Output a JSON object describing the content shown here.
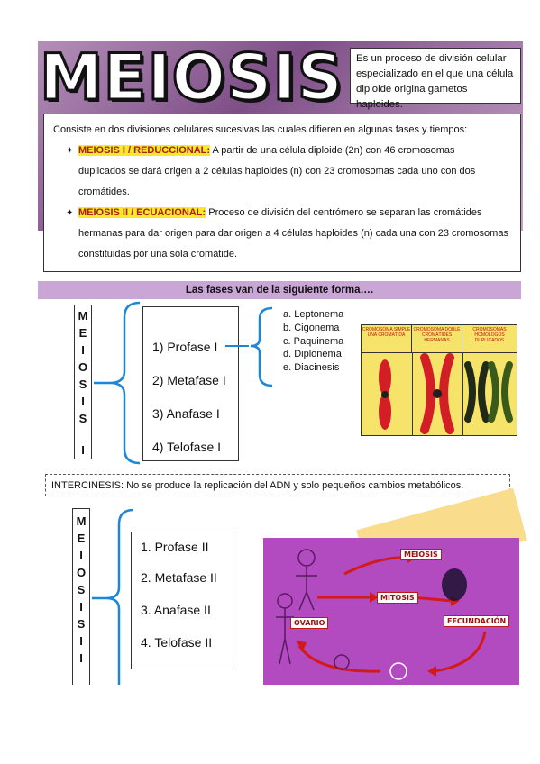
{
  "header": {
    "title": "MEIOSIS",
    "definition_lines": [
      "Es un proceso de división celular",
      "especializado en el que una célula",
      "diploide origina gametos haploides."
    ]
  },
  "intro": {
    "lead": "Consiste en dos divisiones celulares sucesivas las cuales difieren en algunas fases y tiempos:",
    "bullets": [
      {
        "label": "MEIOSIS I / REDUCCIONAL:",
        "lines": [
          "A partir de una célula diploide (2n) con 46 cromosomas",
          "duplicados se dará origen a 2 células haploides (n) con 23 cromosomas cada uno con dos",
          "cromátides."
        ]
      },
      {
        "label": "MEIOSIS II / ECUACIONAL:",
        "lines": [
          "Proceso de división del centrómero se separan las cromátides",
          "hermanas para dar origen para dar origen a 4 células haploides (n) cada una con 23 cromosomas",
          "constituidas por una sola cromátide."
        ]
      }
    ]
  },
  "phases_title": "Las fases van de la siguiente forma….",
  "meiosis1": {
    "letters": [
      "M",
      "E",
      "I",
      "O",
      "S",
      "I",
      "S",
      "",
      "I"
    ],
    "phases": [
      "1) Profase I",
      "2) Metafase I",
      "3) Anafase I",
      "4) Telofase I"
    ],
    "prophase_substages": [
      "a.  Leptonema",
      "b.  Cigonema",
      "c.  Paquinema",
      "d.  Diplonema",
      "e.  Diacinesis"
    ]
  },
  "chromosome_panel": {
    "headers": [
      "CROMOSOMA SIMPLE UNA CROMÁTIDA",
      "CROMOSOMA DOBLE CROMÁTIDES HERMANAS",
      "CROMOSOMAS HOMÓLOGOS DUPLICADOS"
    ],
    "colors": {
      "red": "#d21f26",
      "dark": "#1f2a18",
      "green": "#3a5a1c",
      "panel": "#f6e36a"
    }
  },
  "intercinesis": {
    "text": "INTERCINESIS: No se produce la replicación del ADN y solo pequeños cambios metabólicos."
  },
  "meiosis2": {
    "letters": [
      "M",
      "E",
      "I",
      "O",
      "S",
      "I",
      "S",
      "I",
      "I"
    ],
    "phases": [
      "1.  Profase II",
      "2.  Metafase II",
      "3.  Anafase II",
      "4.  Telofase II"
    ]
  },
  "life_cycle": {
    "labels": [
      "MEIOSIS",
      "MITOSIS",
      "FECUNDACIÓN",
      "OVARIO"
    ]
  },
  "colors": {
    "highlight": "#f7ea2a",
    "highlight_text": "#b0181a",
    "brace": "#1d87d6",
    "band": "#c9a6d6",
    "header": "#7e4f87"
  }
}
